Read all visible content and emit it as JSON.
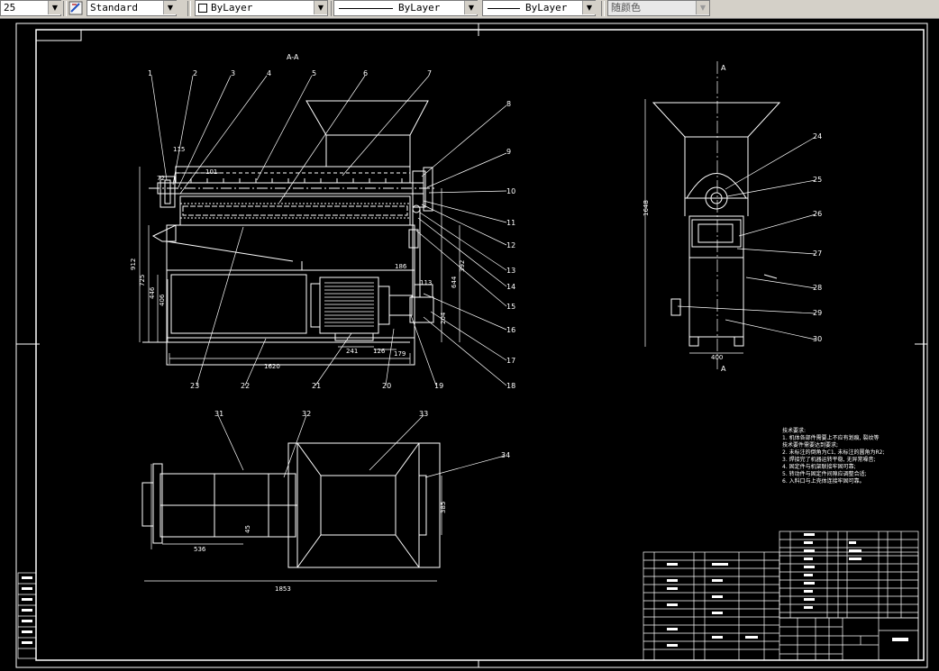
{
  "toolbar": {
    "scale_value": "25",
    "text_style": "Standard",
    "layer_color": "ByLayer",
    "linetype": "ByLayer",
    "lineweight": "ByLayer",
    "plot_color": "随颜色"
  },
  "drawing": {
    "section_label": "A-A",
    "view_marker": "A",
    "callouts_front": [
      "1",
      "2",
      "3",
      "4",
      "5",
      "6",
      "7",
      "8",
      "9",
      "10",
      "11",
      "12",
      "13",
      "14",
      "15",
      "16",
      "17",
      "18",
      "19",
      "20",
      "21",
      "22",
      "23"
    ],
    "callouts_side": [
      "24",
      "25",
      "26",
      "27",
      "28",
      "29",
      "30"
    ],
    "callouts_top": [
      "31",
      "32",
      "33",
      "34"
    ],
    "dims": {
      "overall_length_front": "1620",
      "overall_length_top": "1853",
      "height_912": "912",
      "d_725": "725",
      "d_446": "446",
      "d_406": "406",
      "d_644": "644",
      "d_392": "392",
      "d_186": "186",
      "d_113": "113",
      "d_204": "204",
      "d_179": "179",
      "d_241": "241",
      "d_126": "126",
      "d_101": "101",
      "d_115": "115",
      "d_72": "72",
      "side_height": "1648",
      "side_width": "400",
      "top_536": "536",
      "top_45": "45",
      "top_385": "385"
    },
    "tech_notes": {
      "title": "技术要求:",
      "lines": [
        "1. 机体各部件需要上不应有划痕, 裂纹等",
        "技术要件需要达到要求;",
        "2. 未标注的倒角为C1, 未标注的圆角为R2;",
        "3. 焊接完了机器运转平稳, 无异常噪音;",
        "4. 固定件与机架联接牢固可靠;",
        "5. 转动件与固定件间隙应调整合适;",
        "6. 入料口与上壳体连接牢固可靠。"
      ]
    }
  }
}
